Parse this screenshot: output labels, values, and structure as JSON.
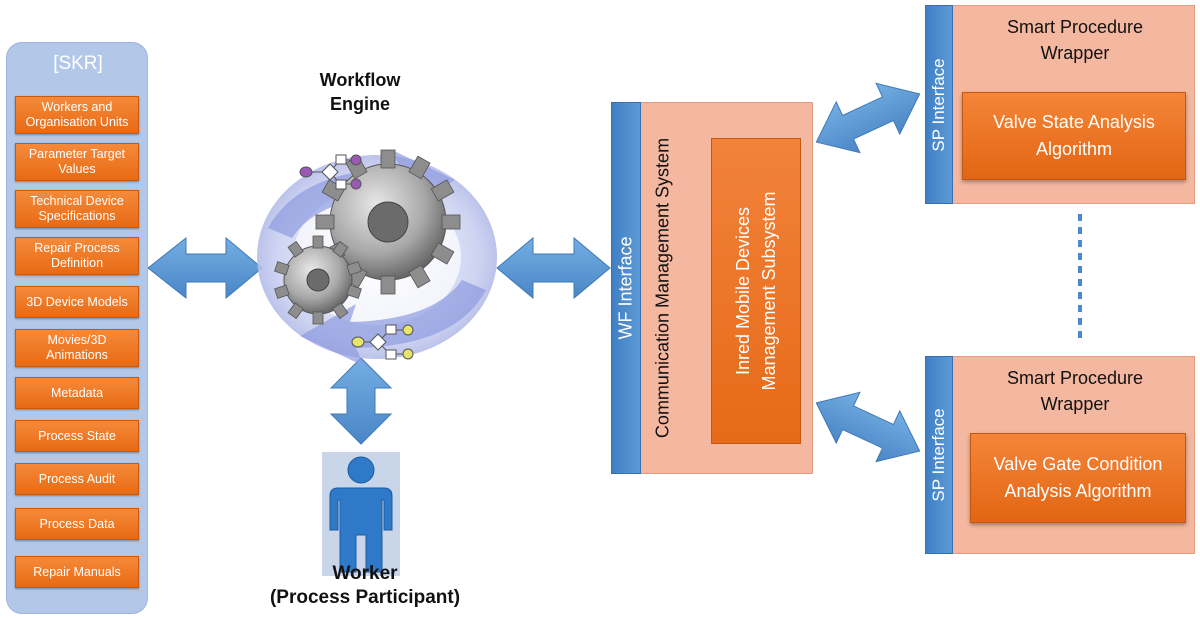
{
  "skr": {
    "title": "[SKR]",
    "items": [
      "Workers and Organisation Units",
      "Parameter Target Values",
      "Technical Device Specifications",
      "Repair Process Definition",
      "3D Device Models",
      "Movies/3D Animations",
      "Metadata",
      "Process State",
      "Process Audit",
      "Process Data",
      "Repair Manuals"
    ]
  },
  "workflow": {
    "title_line1": "Workflow",
    "title_line2": "Engine"
  },
  "worker": {
    "line1": "Worker",
    "line2": "(Process Participant)"
  },
  "cms": {
    "wf_interface": "WF Interface",
    "title": "Communication Management System",
    "subsystem_line1": "Inred Mobile Devices",
    "subsystem_line2": "Management Subsystem"
  },
  "wrappers": [
    {
      "title_line1": "Smart Procedure",
      "title_line2": "Wrapper",
      "interface": "SP Interface",
      "algo_line1": "Valve State Analysis",
      "algo_line2": "Algorithm"
    },
    {
      "title_line1": "Smart Procedure",
      "title_line2": "Wrapper",
      "interface": "SP Interface",
      "algo_line1": "Valve Gate Condition",
      "algo_line2": "Analysis Algorithm"
    }
  ],
  "colors": {
    "arrow": "#5b9bd5",
    "panel": "#b3c8e8",
    "box": "#ee7a2a",
    "wrapper": "#f4b8a0",
    "bar": "#4a89cc"
  }
}
